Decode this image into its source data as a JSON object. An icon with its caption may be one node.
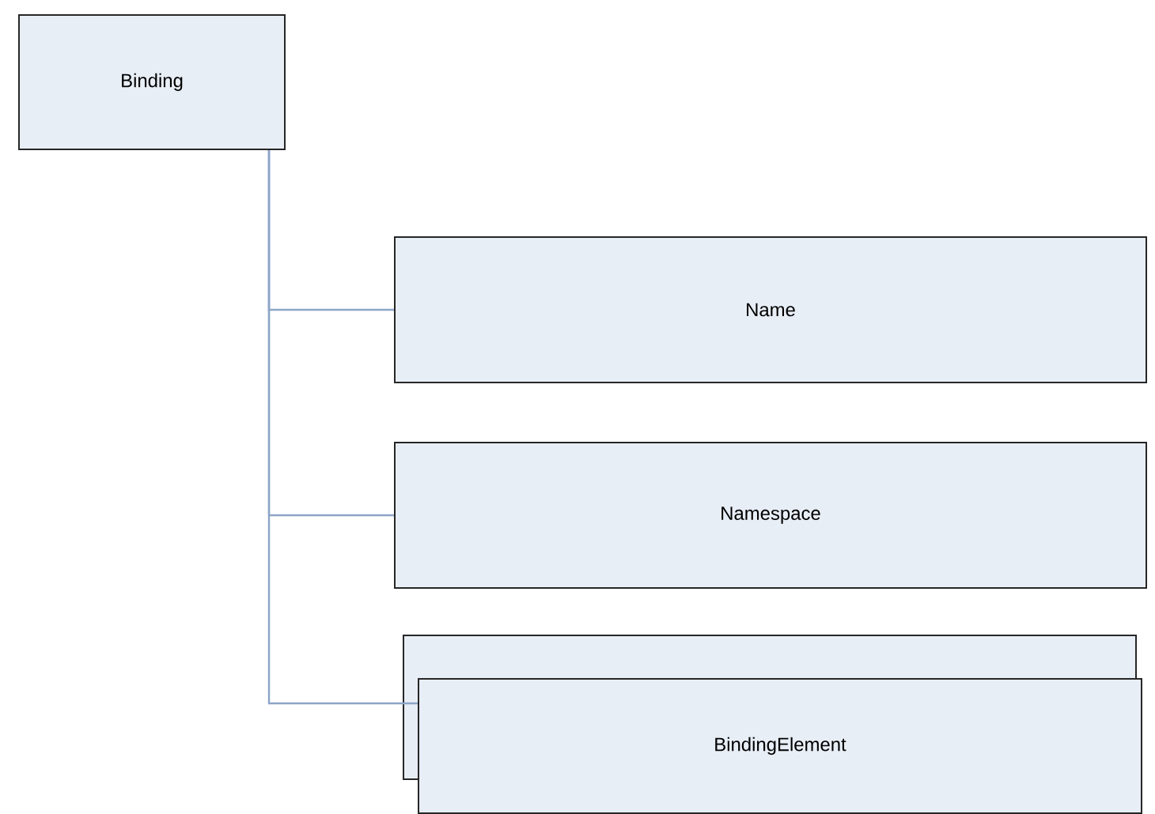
{
  "diagram": {
    "nodes": [
      {
        "text": [
          "Binding"
        ]
      },
      {
        "text": [
          "Name"
        ]
      },
      {
        "text": [
          "Namespace"
        ]
      },
      {
        "text": [
          "BindingElement"
        ]
      }
    ],
    "edges": [
      {
        "from": 0,
        "to": 1,
        "arrow": "none"
      },
      {
        "from": 0,
        "to": 2,
        "arrow": "none"
      },
      {
        "from": 0,
        "to": 3,
        "arrow": "none"
      }
    ]
  }
}
